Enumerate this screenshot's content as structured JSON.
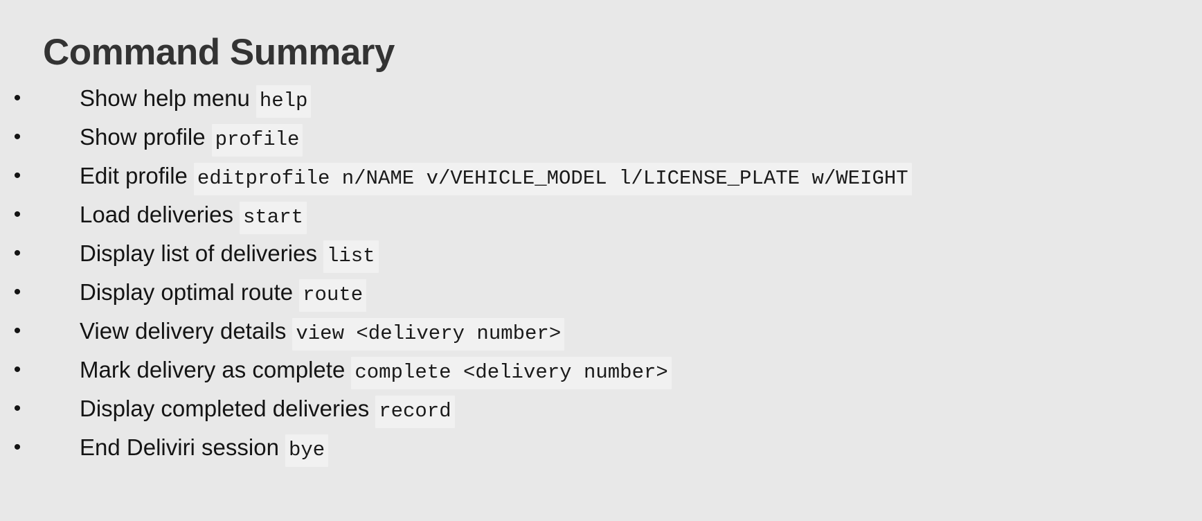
{
  "page": {
    "title": "Command Summary",
    "background_color": "#e8e8e8",
    "text_color": "#141414",
    "title_color": "#333333",
    "code_background_color": "#f1f1f1",
    "bullet_glyph": "•"
  },
  "commands": [
    {
      "label": "Show help menu",
      "code": "help"
    },
    {
      "label": "Show profile",
      "code": "profile"
    },
    {
      "label": "Edit profile",
      "code": "editprofile n/NAME v/VEHICLE_MODEL l/LICENSE_PLATE w/WEIGHT"
    },
    {
      "label": "Load deliveries",
      "code": "start"
    },
    {
      "label": "Display list of deliveries",
      "code": "list"
    },
    {
      "label": "Display optimal route",
      "code": "route"
    },
    {
      "label": "View delivery details",
      "code": "view <delivery number>"
    },
    {
      "label": "Mark delivery as complete",
      "code": "complete <delivery number>"
    },
    {
      "label": "Display completed deliveries",
      "code": "record"
    },
    {
      "label": "End Deliviri session",
      "code": "bye"
    }
  ]
}
